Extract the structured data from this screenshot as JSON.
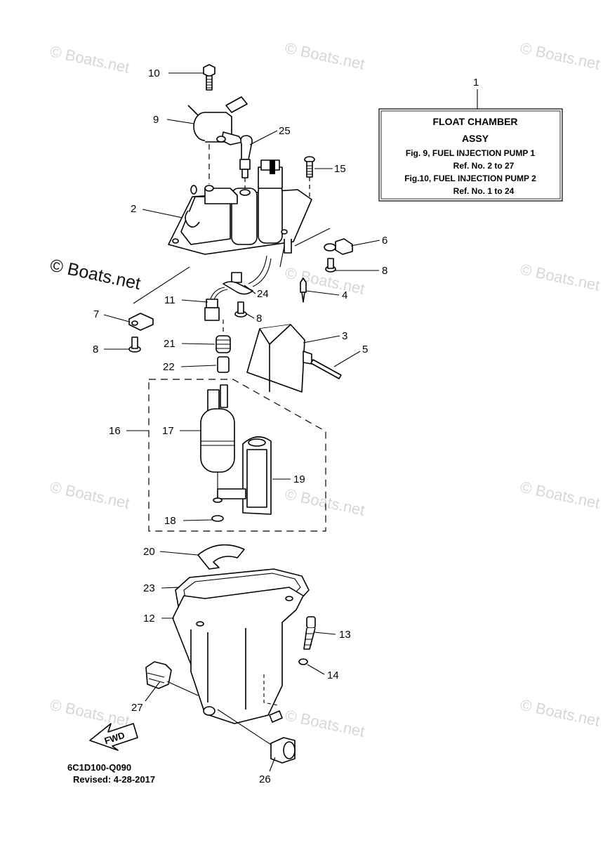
{
  "watermark": {
    "text": "© Boats.net",
    "prominent_text": "© Boats.net"
  },
  "info_box": {
    "ref_number": "1",
    "title_line1": "FLOAT CHAMBER",
    "title_line2": "ASSY",
    "fig9_line": "Fig.  9, FUEL INJECTION PUMP 1",
    "fig9_ref": "Ref. No. 2 to 27",
    "fig10_line": "Fig.10, FUEL INJECTION PUMP 2",
    "fig10_ref": "Ref. No. 1 to 24"
  },
  "parts": [
    {
      "id": "p10",
      "label": "10"
    },
    {
      "id": "p9",
      "label": "9"
    },
    {
      "id": "p25",
      "label": "25"
    },
    {
      "id": "p15",
      "label": "15"
    },
    {
      "id": "p2",
      "label": "2"
    },
    {
      "id": "p6",
      "label": "6"
    },
    {
      "id": "p8a",
      "label": "8"
    },
    {
      "id": "p4",
      "label": "4"
    },
    {
      "id": "p24",
      "label": "24"
    },
    {
      "id": "p11",
      "label": "11"
    },
    {
      "id": "p8b",
      "label": "8"
    },
    {
      "id": "p7",
      "label": "7"
    },
    {
      "id": "p8c",
      "label": "8"
    },
    {
      "id": "p3",
      "label": "3"
    },
    {
      "id": "p21",
      "label": "21"
    },
    {
      "id": "p5",
      "label": "5"
    },
    {
      "id": "p22",
      "label": "22"
    },
    {
      "id": "p16",
      "label": "16"
    },
    {
      "id": "p17",
      "label": "17"
    },
    {
      "id": "p19",
      "label": "19"
    },
    {
      "id": "p18",
      "label": "18"
    },
    {
      "id": "p20",
      "label": "20"
    },
    {
      "id": "p23",
      "label": "23"
    },
    {
      "id": "p12",
      "label": "12"
    },
    {
      "id": "p13",
      "label": "13"
    },
    {
      "id": "p14",
      "label": "14"
    },
    {
      "id": "p27",
      "label": "27"
    },
    {
      "id": "p26",
      "label": "26"
    }
  ],
  "fwd_arrow": {
    "label": "FWD"
  },
  "footer": {
    "code": "6C1D100-Q090",
    "revised": "Revised: 4-28-2017"
  }
}
